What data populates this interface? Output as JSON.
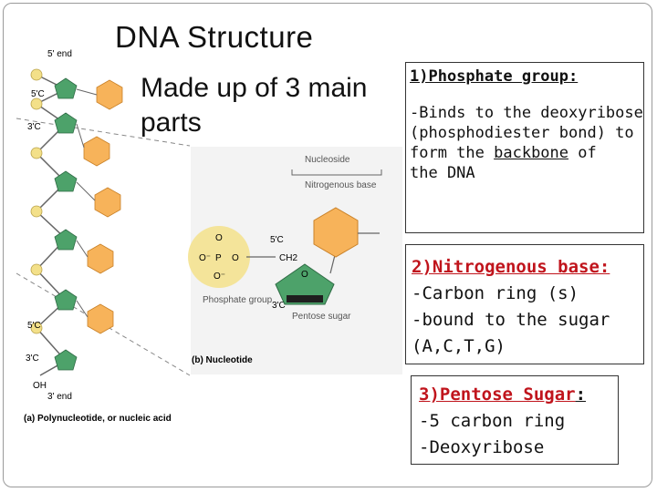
{
  "slide": {
    "title": "DNA Structure",
    "subtitle": "Made up of 3 main parts"
  },
  "figure": {
    "five_prime_end": "5' end",
    "three_prime_end": "3' end",
    "five_c": "5'C",
    "three_c": "3'C",
    "oh": "OH",
    "caption_a": "(a) Polynucleotide, or nucleic acid",
    "caption_b": "(b) Nucleotide",
    "nucleoside": "Nucleoside",
    "nitrogenous_base": "Nitrogenous base",
    "phosphate_group": "Phosphate group",
    "pentose_sugar": "Pentose sugar",
    "ch2": "CH2",
    "o": "O",
    "p": "P",
    "o_minus": "O⁻",
    "colors": {
      "phosphate": "#f3e089",
      "sugar": "#4da26a",
      "base": "#f7b35a"
    }
  },
  "boxes": {
    "phosphate": {
      "heading": "1)Phosphate group:",
      "lines": [
        "-Binds to the deoxyribose",
        "(phosphodiester bond) to",
        "form the ",
        "backbone",
        " of",
        "the DNA"
      ]
    },
    "base": {
      "heading": "2)Nitrogenous base: ",
      "lines": [
        "-Carbon ring (s)",
        "-bound to the sugar",
        "(A,C,T,G)"
      ]
    },
    "sugar": {
      "heading": "3)Pentose Sugar",
      "colon": ":",
      "lines": [
        "-5 carbon ring",
        "-Deoxyribose"
      ]
    }
  }
}
